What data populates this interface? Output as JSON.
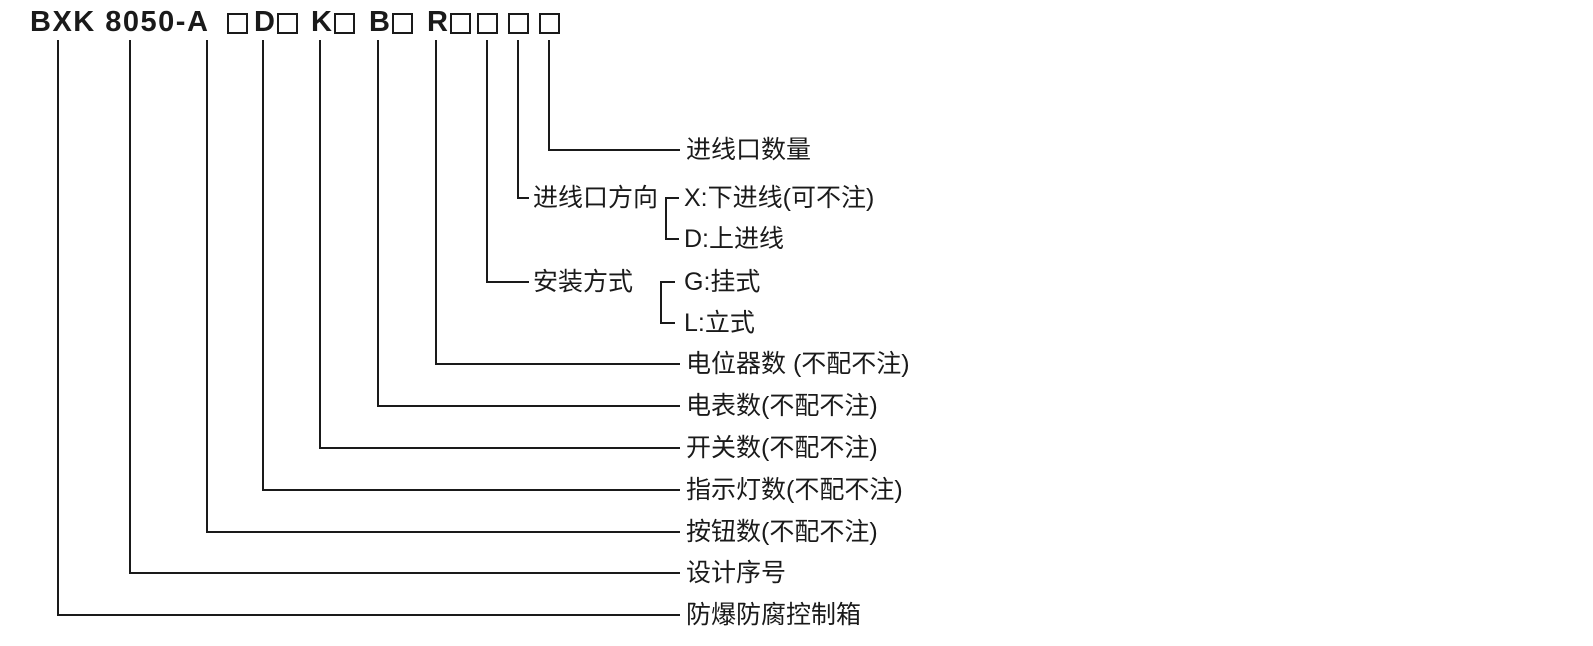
{
  "model_code": {
    "prefix": "BXK 8050-A",
    "letter_d": "D",
    "letter_k": "K",
    "letter_b": "B",
    "letter_r": "R"
  },
  "legend": {
    "inlet_count": "进线口数量",
    "inlet_direction": {
      "label": "进线口方向",
      "option_x": "X:下进线(可不注)",
      "option_d": "D:上进线"
    },
    "mounting": {
      "label": "安装方式",
      "option_g": "G:挂式",
      "option_l": "L:立式"
    },
    "potentiometer_count": "电位器数 (不配不注)",
    "meter_count": "电表数(不配不注)",
    "switch_count": "开关数(不配不注)",
    "indicator_count": "指示灯数(不配不注)",
    "button_count": "按钮数(不配不注)",
    "design_serial": "设计序号",
    "product_name": "防爆防腐控制箱"
  },
  "colors": {
    "line": "#1a1a1a",
    "text": "#1a1a1a",
    "background": "#ffffff"
  }
}
